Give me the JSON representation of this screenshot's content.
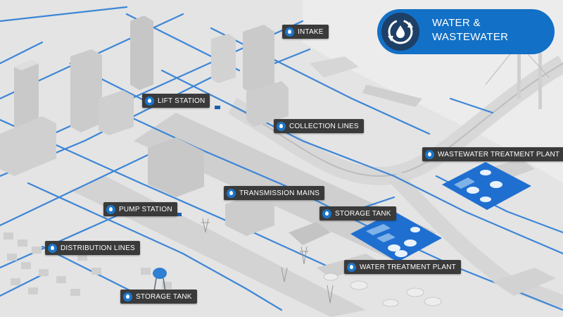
{
  "badge": {
    "line1": "WATER &",
    "line2": "WASTEWATER",
    "icon": "water-cycle-icon",
    "color": "#1270c6",
    "icon_bg": "#1e3f66"
  },
  "labels": {
    "intake": "INTAKE",
    "lift_station": "LIFT STATION",
    "collection_lines": "COLLECTION LINES",
    "wastewater_treatment_plant": "WASTEWATER TREATMENT PLANT",
    "transmission_mains": "TRANSMISSION MAINS",
    "pump_station": "PUMP STATION",
    "storage_tank_1": "STORAGE TANK",
    "distribution_lines": "DISTRIBUTION LINES",
    "water_treatment_plant": "WATER TREATMENT PLANT",
    "storage_tank_2": "STORAGE TANK"
  },
  "label_icon": "water-drop-icon",
  "colors": {
    "pipe": "#3d86d6",
    "label_bg": "#3a3a3a",
    "drop": "#1b75c9",
    "plant_pad": "#1f6fd0"
  }
}
